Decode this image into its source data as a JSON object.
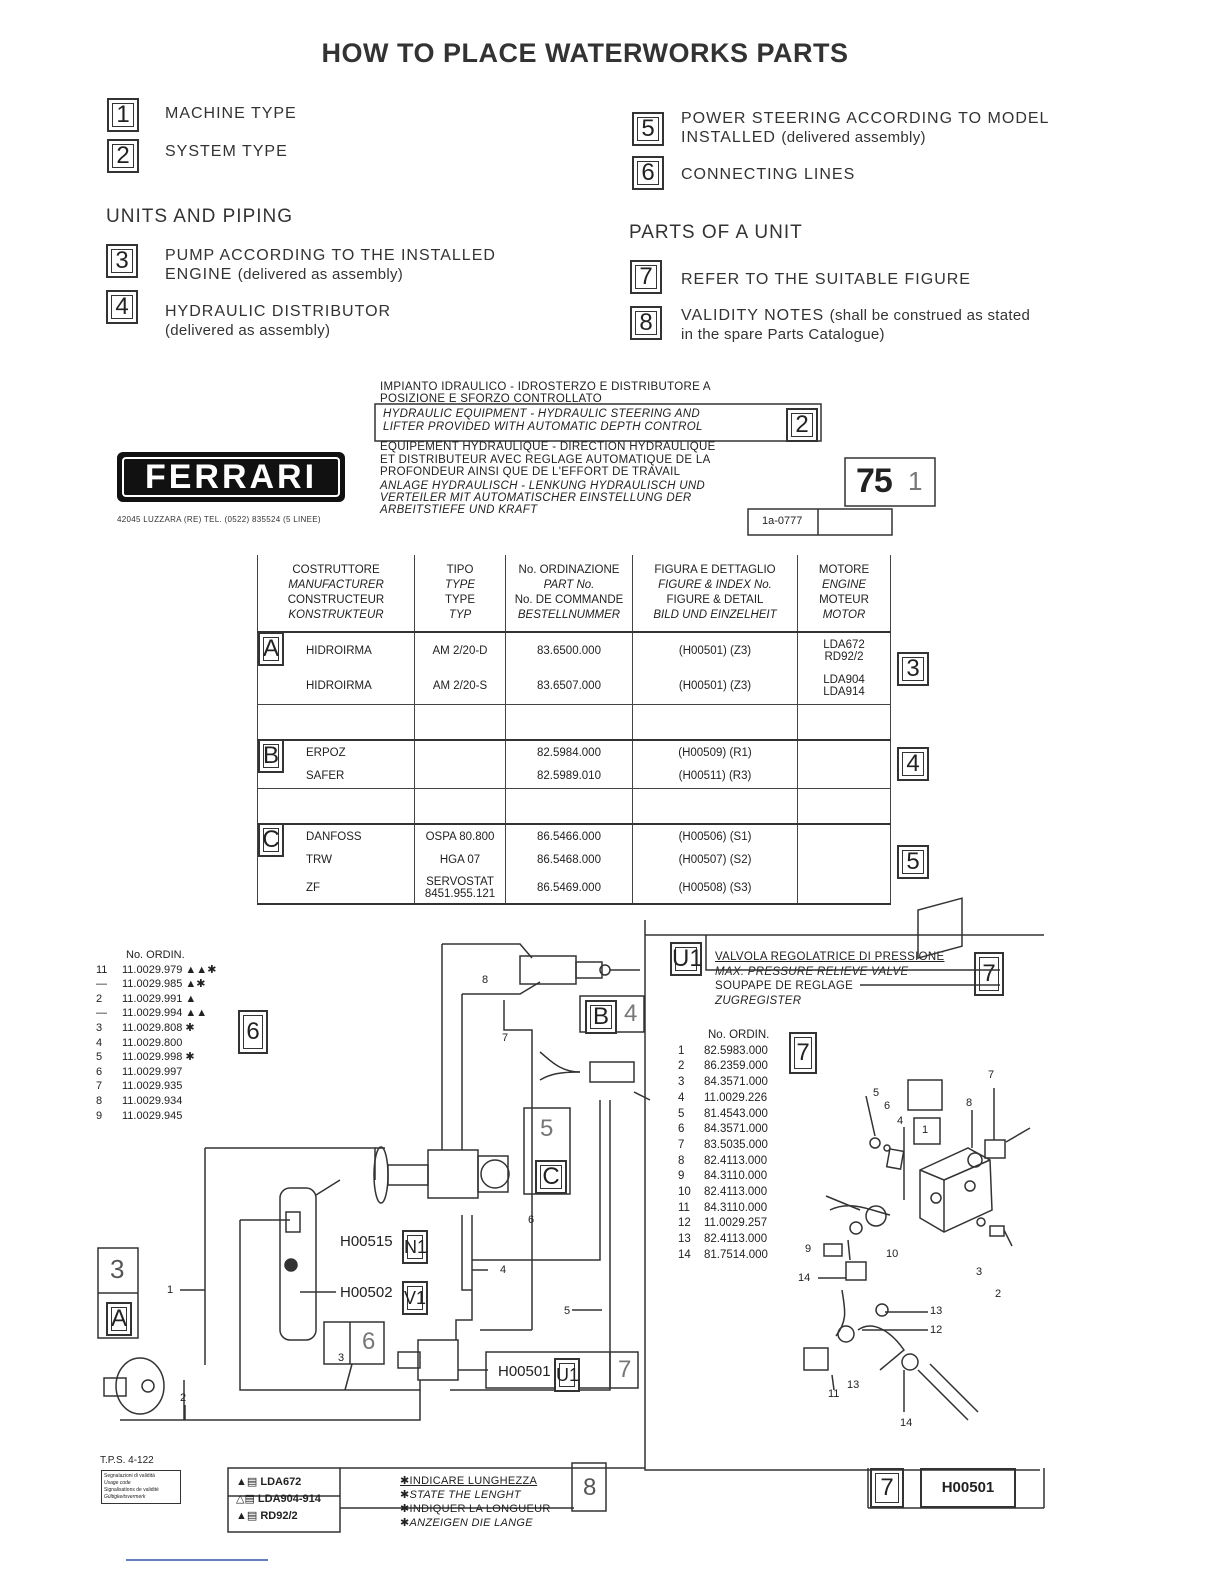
{
  "title": "HOW TO PLACE WATERWORKS PARTS",
  "legend": {
    "item1": {
      "num": "1",
      "text": "MACHINE TYPE"
    },
    "item2": {
      "num": "2",
      "text": "SYSTEM TYPE"
    },
    "units_heading": "UNITS AND PIPING",
    "item3": {
      "num": "3",
      "line1": "PUMP ACCORDING TO THE INSTALLED",
      "line2a": "ENGINE",
      "line2b": "(delivered as assembly)"
    },
    "item4": {
      "num": "4",
      "line1": "HYDRAULIC DISTRIBUTOR",
      "line2": "(delivered as assembly)"
    },
    "item5": {
      "num": "5",
      "line1": "POWER STEERING ACCORDING TO MODEL",
      "line2a": "INSTALLED",
      "line2b": "(delivered assembly)"
    },
    "item6": {
      "num": "6",
      "text": "CONNECTING LINES"
    },
    "parts_heading": "PARTS OF A UNIT",
    "item7": {
      "num": "7",
      "text": "REFER TO THE SUITABLE FIGURE"
    },
    "item8": {
      "num": "8",
      "line1a": "VALIDITY NOTES",
      "line1b": "(shall be construed as stated",
      "line2": "in the spare Parts Catalogue)"
    }
  },
  "header": {
    "line1": "IMPIANTO IDRAULICO - IDROSTERZO E DISTRIBUTORE A",
    "line2": "POSIZIONE E SFORZO CONTROLLATO",
    "line3": "HYDRAULIC EQUIPMENT - HYDRAULIC STEERING AND",
    "line4": "LIFTER PROVIDED WITH AUTOMATIC DEPTH CONTROL",
    "line5": "EQUIPEMENT HYDRAULIQUE - DIRECTION HYDRAULIQUE",
    "line6": "ET DISTRIBUTEUR AVEC REGLAGE AUTOMATIQUE DE LA",
    "line7": "PROFONDEUR AINSI QUE DE L'EFFORT DE TRAVAIL",
    "line8": "ANLAGE HYDRAULISCH - LENKUNG HYDRAULISCH UND",
    "line9": "VERTEILER MIT AUTOMATISCHER EINSTELLUNG DER",
    "line10": "ARBEITSTIEFE UND KRAFT",
    "system_num": "2",
    "machine_code": "75",
    "machine_num": "1",
    "doc_code": "1a-0777"
  },
  "logo": {
    "text": "FERRARI",
    "address": "42045 LUZZARA (RE)   TEL. (0522) 835524 (5 LINEE)"
  },
  "table": {
    "headers": [
      [
        "COSTRUTTORE",
        "MANUFACTURER",
        "CONSTRUCTEUR",
        "KONSTRUKTEUR"
      ],
      [
        "TIPO",
        "TYPE",
        "TYPE",
        "TYP"
      ],
      [
        "No. ORDINAZIONE",
        "PART No.",
        "No. DE COMMANDE",
        "BESTELLNUMMER"
      ],
      [
        "FIGURA E DETTAGLIO",
        "FIGURE & INDEX No.",
        "FIGURE & DETAIL",
        "BILD UND EINZELHEIT"
      ],
      [
        "MOTORE",
        "ENGINE",
        "MOTEUR",
        "MOTOR"
      ]
    ],
    "groupA": {
      "letter": "A",
      "ref": "3",
      "rows": [
        {
          "maker": "HIDROIRMA",
          "type": "AM 2/20-D",
          "part": "83.6500.000",
          "figure": "(H00501) (Z3)",
          "engine1": "LDA672",
          "engine2": "RD92/2"
        },
        {
          "maker": "HIDROIRMA",
          "type": "AM 2/20-S",
          "part": "83.6507.000",
          "figure": "(H00501) (Z3)",
          "engine1": "LDA904",
          "engine2": "LDA914"
        }
      ]
    },
    "groupB": {
      "letter": "B",
      "ref": "4",
      "rows": [
        {
          "maker": "ERPOZ",
          "type": "",
          "part": "82.5984.000",
          "figure": "(H00509) (R1)"
        },
        {
          "maker": "SAFER",
          "type": "",
          "part": "82.5989.010",
          "figure": "(H00511) (R3)"
        }
      ]
    },
    "groupC": {
      "letter": "C",
      "ref": "5",
      "rows": [
        {
          "maker": "DANFOSS",
          "type": "OSPA 80.800",
          "part": "86.5466.000",
          "figure": "(H00506) (S1)"
        },
        {
          "maker": "TRW",
          "type": "HGA 07",
          "part": "86.5468.000",
          "figure": "(H00507) (S2)"
        },
        {
          "maker": "ZF",
          "type1": "SERVOSTAT",
          "type2": "8451.955.121",
          "part": "86.5469.000",
          "figure": "(H00508) (S3)"
        }
      ]
    }
  },
  "left_list": {
    "header": "No. ORDIN.",
    "ref": "6",
    "rows": [
      {
        "n": "11",
        "code": "11.0029.979",
        "mark": "▲▲✱"
      },
      {
        "n": "—",
        "code": "11.0029.985",
        "mark": "▲✱"
      },
      {
        "n": "2",
        "code": "11.0029.991",
        "mark": "▲"
      },
      {
        "n": "—",
        "code": "11.0029.994",
        "mark": "▲▲"
      },
      {
        "n": "3",
        "code": "11.0029.808",
        "mark": "✱"
      },
      {
        "n": "4",
        "code": "11.0029.800",
        "mark": ""
      },
      {
        "n": "5",
        "code": "11.0029.998",
        "mark": "✱"
      },
      {
        "n": "6",
        "code": "11.0029.997",
        "mark": ""
      },
      {
        "n": "7",
        "code": "11.0029.935",
        "mark": ""
      },
      {
        "n": "8",
        "code": "11.0029.934",
        "mark": ""
      },
      {
        "n": "9",
        "code": "11.0029.945",
        "mark": ""
      }
    ]
  },
  "valve": {
    "code": "U1",
    "ref": "7",
    "line1": "VALVOLA REGOLATRICE DI PRESSIONE",
    "line2": "MAX. PRESSURE RELIEVE VALVE",
    "line3": "SOUPAPE DE REGLAGE",
    "line4": "ZUGREGISTER",
    "list_header": "No. ORDIN.",
    "list_ref": "7",
    "rows": [
      {
        "n": "1",
        "code": "82.5983.000"
      },
      {
        "n": "2",
        "code": "86.2359.000"
      },
      {
        "n": "3",
        "code": "84.3571.000"
      },
      {
        "n": "4",
        "code": "11.0029.226"
      },
      {
        "n": "5",
        "code": "81.4543.000"
      },
      {
        "n": "6",
        "code": "84.3571.000"
      },
      {
        "n": "7",
        "code": "83.5035.000"
      },
      {
        "n": "8",
        "code": "82.4113.000"
      },
      {
        "n": "9",
        "code": "84.3110.000"
      },
      {
        "n": "10",
        "code": "82.4113.000"
      },
      {
        "n": "11",
        "code": "84.3110.000"
      },
      {
        "n": "12",
        "code": "11.0029.257"
      },
      {
        "n": "13",
        "code": "82.4113.000"
      },
      {
        "n": "14",
        "code": "81.7514.000"
      }
    ],
    "footer_ref": "7",
    "footer_code": "H00501"
  },
  "diagram": {
    "ref_b": "B",
    "ref_4": "4",
    "ref_5": "5",
    "ref_c": "C",
    "ref_3": "3",
    "ref_a": "A",
    "ref_6": "6",
    "ref_7": "7",
    "h00515": "H00515",
    "n1": "N1",
    "h00502": "H00502",
    "v1": "V1",
    "h00501": "H00501",
    "u1": "U1",
    "lbl_1": "1",
    "lbl_2": "2",
    "lbl_3": "3",
    "lbl_4": "4",
    "lbl_5": "5",
    "lbl_6": "6",
    "lbl_7": "7",
    "lbl_8": "8"
  },
  "callouts": [
    "1",
    "2",
    "3",
    "4",
    "5",
    "6",
    "7",
    "8",
    "9",
    "10",
    "11",
    "12",
    "13",
    "13",
    "14",
    "14"
  ],
  "footer": {
    "tps": "T.P.S. 4-122",
    "validity_small": [
      "Segnalazioni di validità",
      "Usage code",
      "Signalisations de validité",
      "Gültigkeitsvermerk"
    ],
    "engines": [
      "LDA672",
      "LDA904-914",
      "RD92/2"
    ],
    "notes": [
      "✱INDICARE LUNGHEZZA",
      "✱STATE THE LENGHT",
      "✱INDIQUER LA LONGUEUR",
      "✱ANZEIGEN DIE LANGE"
    ],
    "notes_ref": "8"
  }
}
